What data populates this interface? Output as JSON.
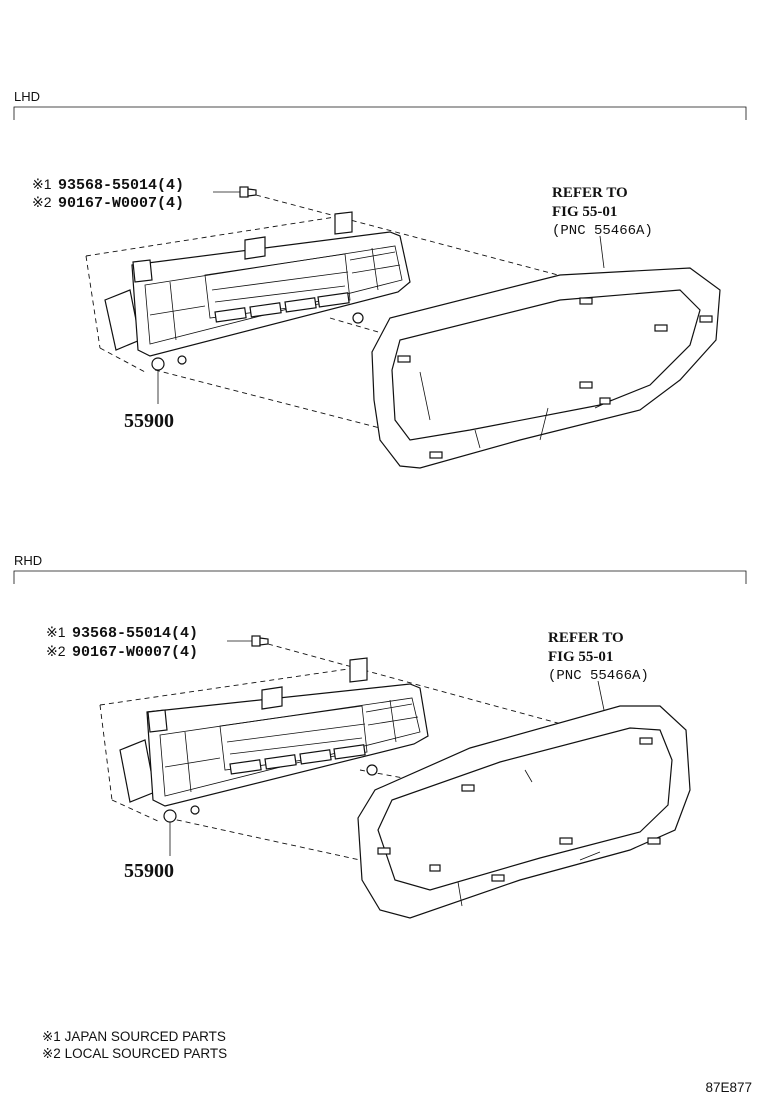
{
  "sections": [
    {
      "id": "lhd",
      "heading": "LHD",
      "bolt_lines": [
        {
          "mark": "※1",
          "text": "93568-55014(4)"
        },
        {
          "mark": "※2",
          "text": "90167-W0007(4)"
        }
      ],
      "refer": {
        "line1": "REFER TO",
        "line2": "FIG 55-01",
        "line3": "(PNC 55466A)"
      },
      "part_number": "55900"
    },
    {
      "id": "rhd",
      "heading": "RHD",
      "bolt_lines": [
        {
          "mark": "※1",
          "text": "93568-55014(4)"
        },
        {
          "mark": "※2",
          "text": "90167-W0007(4)"
        }
      ],
      "refer": {
        "line1": "REFER TO",
        "line2": "FIG 55-01",
        "line3": "(PNC 55466A)"
      },
      "part_number": "55900"
    }
  ],
  "footnotes": [
    {
      "text": "※1 JAPAN SOURCED PARTS"
    },
    {
      "text": "※2 LOCAL SOURCED PARTS"
    }
  ],
  "figure_code": "87E877"
}
